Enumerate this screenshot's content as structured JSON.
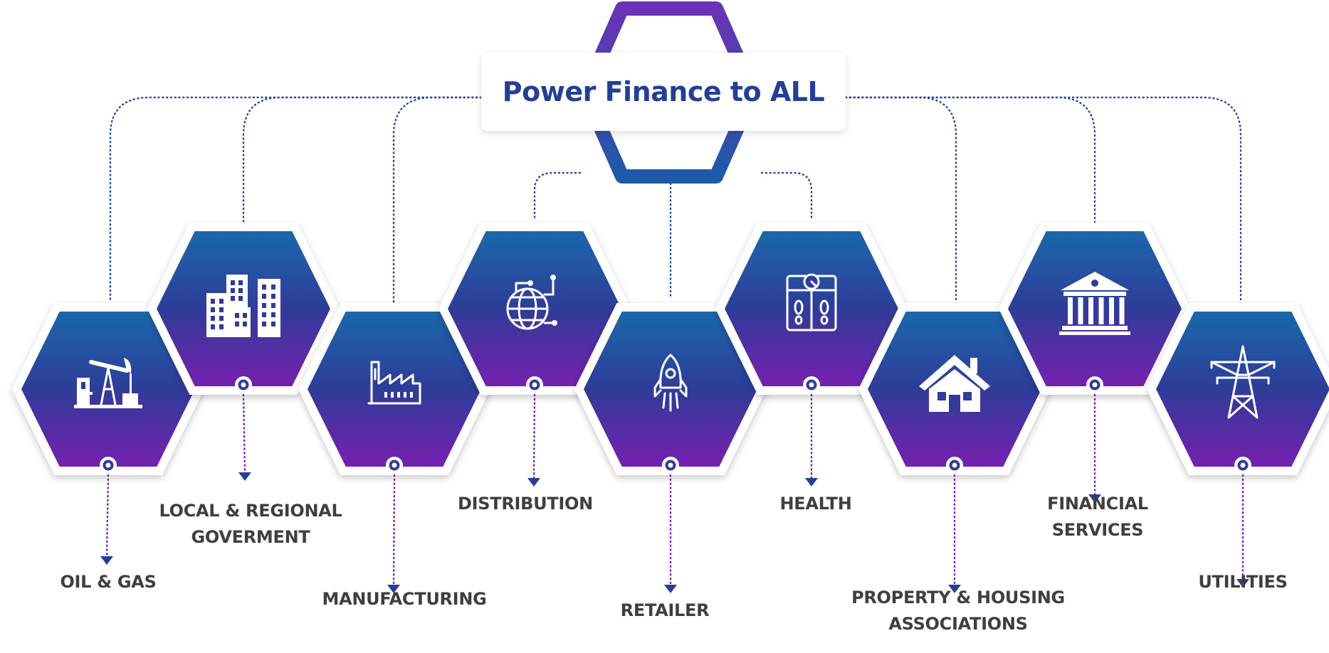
{
  "title": "Power Finance to ALL",
  "colors": {
    "hex_top": "#1a68ab",
    "hex_mid": "#2f3c98",
    "hex_bottom": "#7620b0",
    "connector": "#2b4a9e",
    "arrow": "#233f96",
    "center_hex_top": "#6a32b4",
    "center_hex_bottom": "#1e5aa8",
    "label_text": "#3f3f3f",
    "title_text": "#233f96"
  },
  "sectors": [
    {
      "lines": [
        "OIL & GAS"
      ],
      "icon": "oil-pump-icon"
    },
    {
      "lines": [
        "LOCAL & REGIONAL",
        "GOVERMENT"
      ],
      "icon": "city-buildings-icon"
    },
    {
      "lines": [
        "MANUFACTURING"
      ],
      "icon": "factory-icon"
    },
    {
      "lines": [
        "DISTRIBUTION"
      ],
      "icon": "globe-network-icon"
    },
    {
      "lines": [
        "RETAILER"
      ],
      "icon": "rocket-icon"
    },
    {
      "lines": [
        "HEALTH"
      ],
      "icon": "weighing-scale-icon"
    },
    {
      "lines": [
        "PROPERTY & HOUSING",
        "ASSOCIATIONS"
      ],
      "icon": "house-icon"
    },
    {
      "lines": [
        "FINANCIAL",
        "SERVICES"
      ],
      "icon": "bank-icon"
    },
    {
      "lines": [
        "UTILITIES"
      ],
      "icon": "power-pylon-icon"
    }
  ]
}
